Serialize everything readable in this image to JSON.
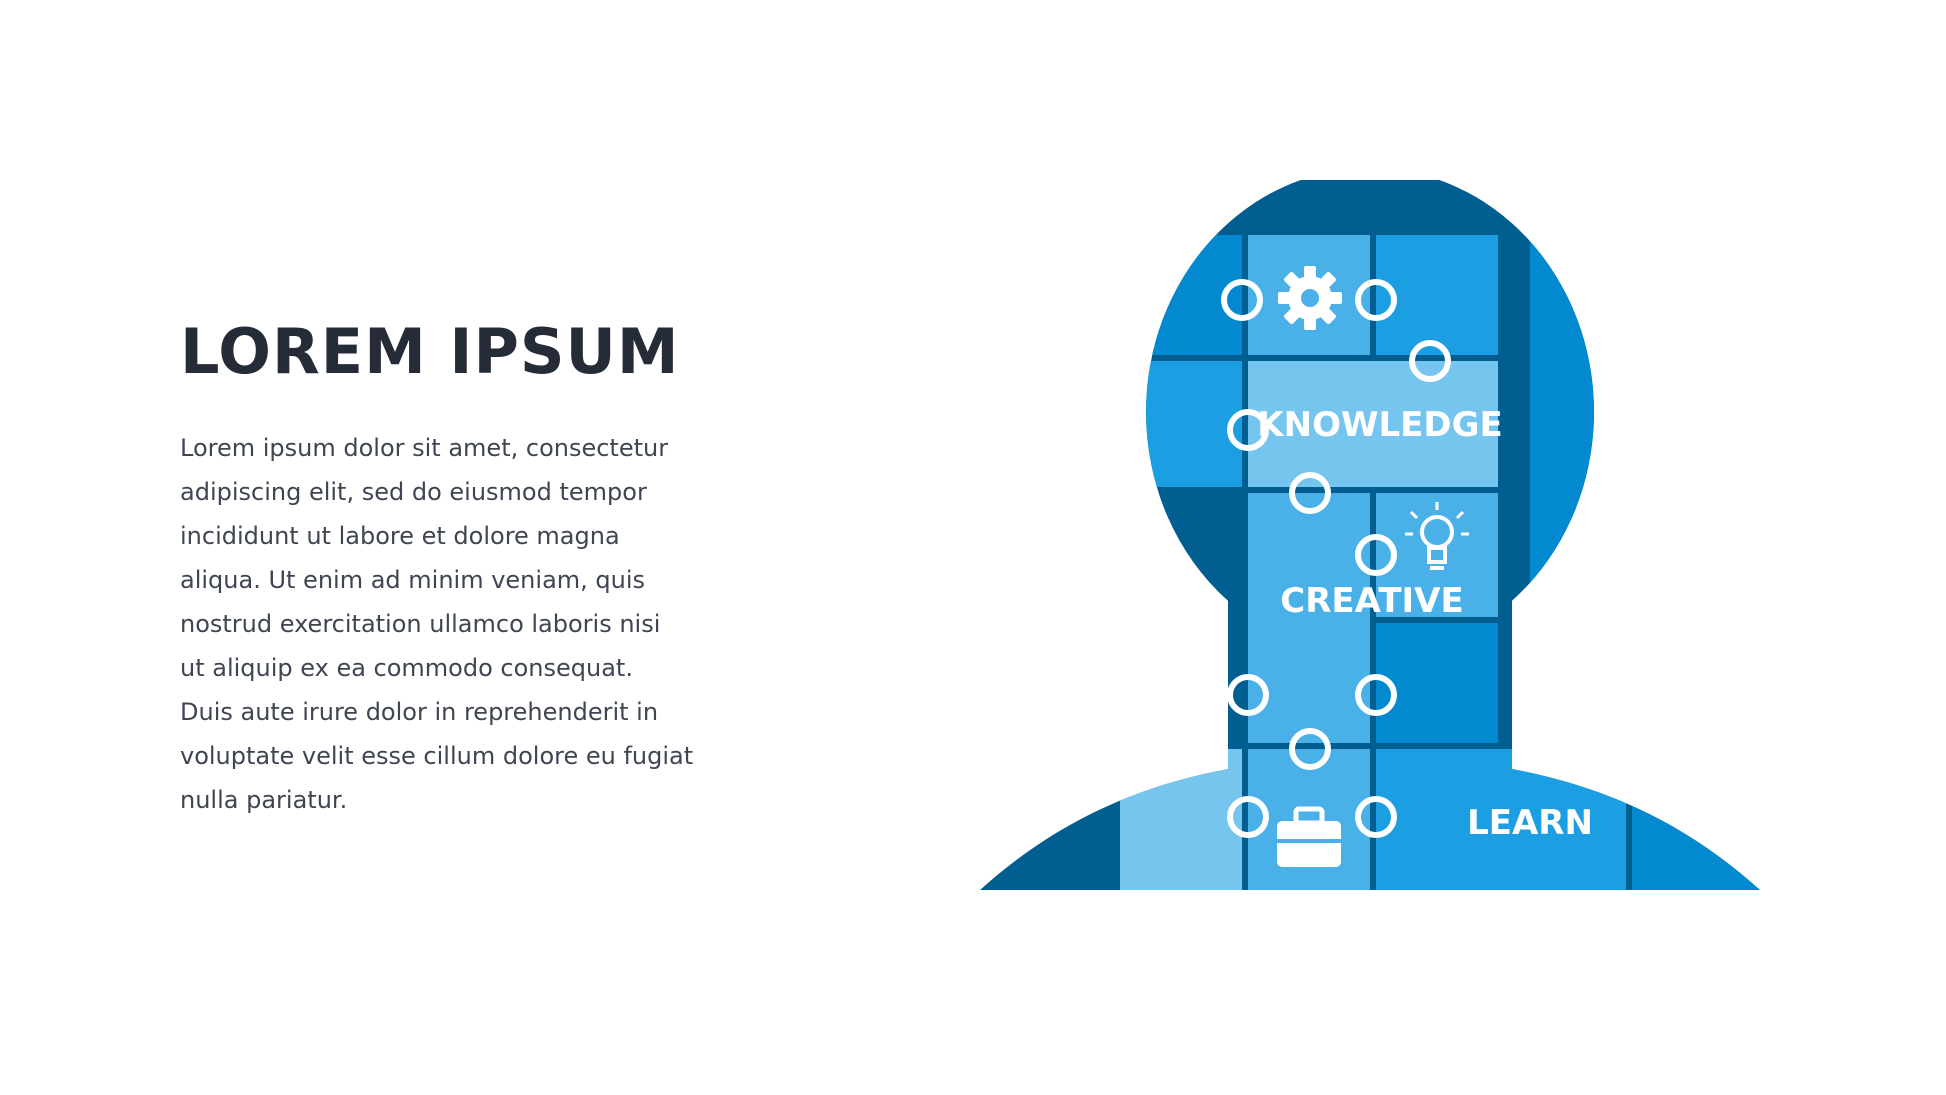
{
  "slide": {
    "title": "LOREM IPSUM",
    "body_lines": [
      "Lorem ipsum dolor sit amet, consectetur",
      "adipiscing elit, sed do eiusmod tempor",
      "incididunt ut labore et dolore magna",
      "aliqua. Ut enim ad minim veniam, quis",
      "nostrud exercitation ullamco laboris nisi",
      "ut aliquip ex ea commodo consequat.",
      "Duis aute irure dolor in reprehenderit in",
      "voluptate velit esse cillum dolore eu fugiat",
      "nulla pariatur."
    ]
  },
  "diagram": {
    "labels": {
      "knowledge": "KNOWLEDGE",
      "creative": "CREATIVE",
      "learn": "LEARN"
    },
    "icons": {
      "top": "gear-icon",
      "idea": "lightbulb-icon",
      "work": "briefcase-icon"
    },
    "colors": {
      "dark": "#005e91",
      "medium_dark": "#0289d0",
      "medium": "#1c9fe2",
      "light": "#75c5ee",
      "lighter": "#49b1e8",
      "gap": "#ffffff"
    }
  }
}
